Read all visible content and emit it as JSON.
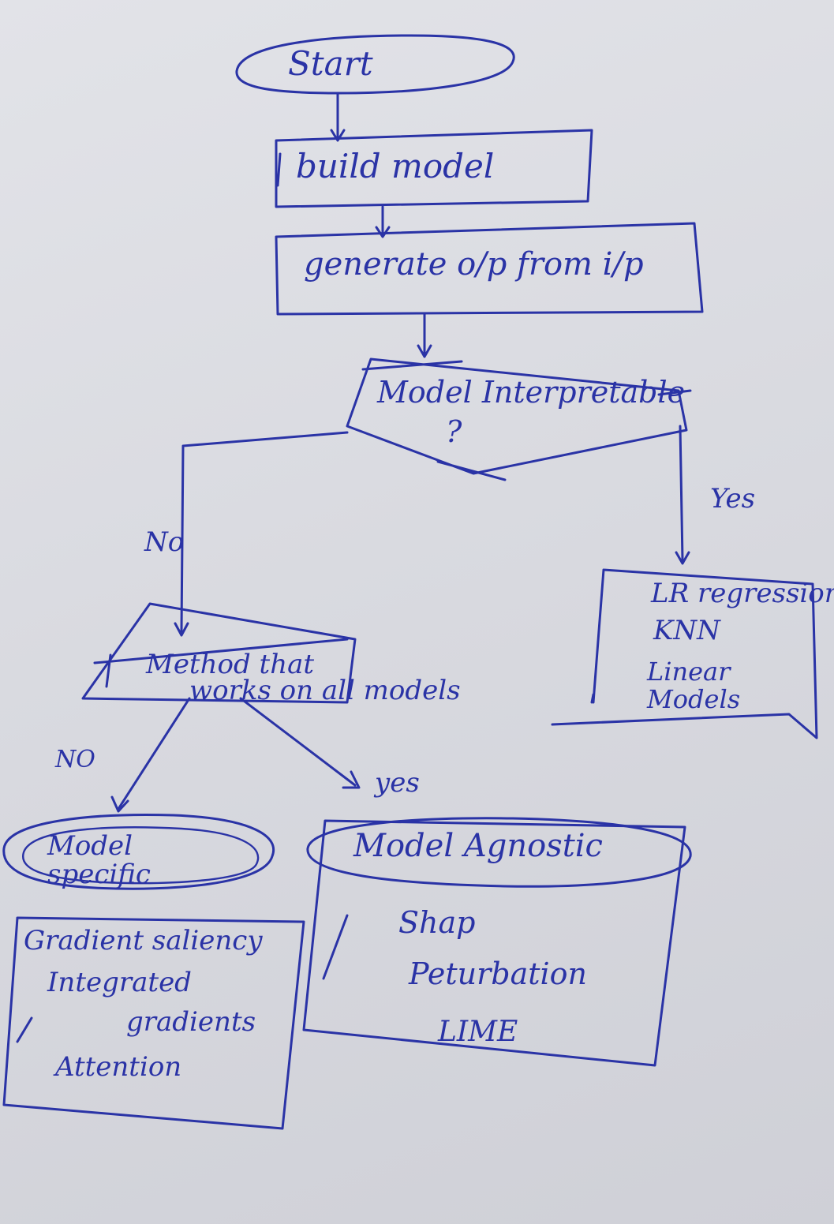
{
  "nodes": {
    "start": "Start",
    "build": "build model",
    "generate": "generate o/p from i/p",
    "decision1": "Model Interpretable",
    "decision1_q": "?",
    "decision2_line1": "Method that",
    "decision2_line2": "works on all models",
    "model_specific": "Model specific",
    "model_agnostic": "Model Agnostic",
    "interpretable_list": [
      "LR regression",
      "KNN",
      "Linear",
      "Models"
    ],
    "specific_list": [
      "Gradient saliency",
      "Integrated",
      "gradients",
      "Attention"
    ],
    "agnostic_list": [
      "Shap",
      "Peturbation",
      "LIME"
    ]
  },
  "edges": {
    "d1_no": "No",
    "d1_yes": "Yes",
    "d2_no": "NO",
    "d2_yes": "yes"
  },
  "colors": {
    "ink": "#2a33a6",
    "paper": "#dcdde2"
  }
}
